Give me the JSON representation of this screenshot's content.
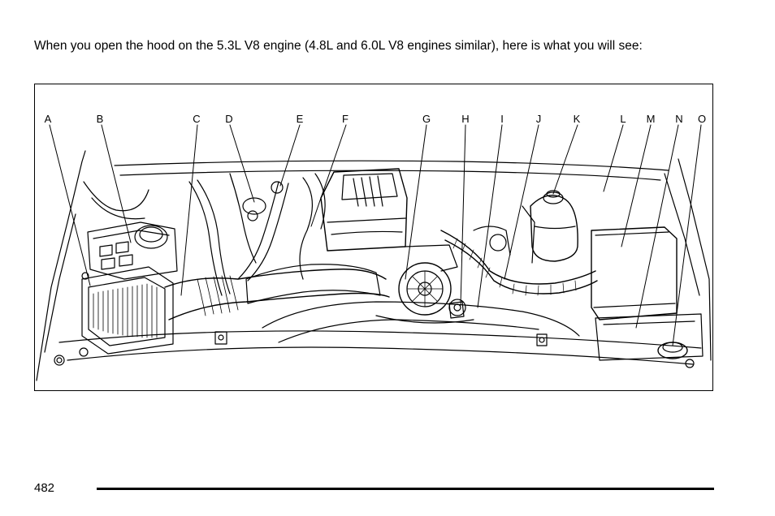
{
  "intro_text": "When you open the hood on the 5.3L V8 engine (4.8L and 6.0L V8 engines similar), here is what you will see:",
  "callouts": [
    "A",
    "B",
    "C",
    "D",
    "E",
    "F",
    "G",
    "H",
    "I",
    "J",
    "K",
    "L",
    "M",
    "N",
    "O"
  ],
  "page_number": "482"
}
